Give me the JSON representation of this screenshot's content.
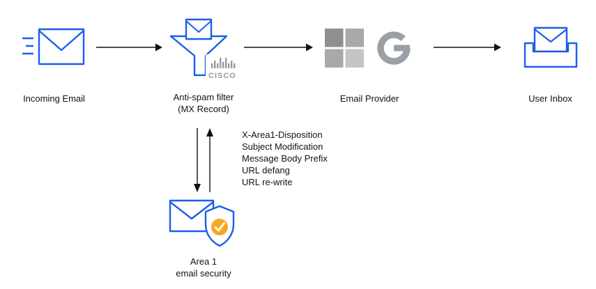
{
  "nodes": {
    "incoming_email": {
      "label": "Incoming Email"
    },
    "anti_spam_filter": {
      "label": "Anti-spam filter",
      "sublabel": "(MX Record)"
    },
    "email_provider": {
      "label": "Email Provider"
    },
    "user_inbox": {
      "label": "User Inbox"
    },
    "area1": {
      "label": "Area 1",
      "sublabel": "email security"
    }
  },
  "cisco_text": "CISCO",
  "annotations": [
    "X-Area1-Disposition",
    "Subject Modification",
    "Message Body Prefix",
    "URL defang",
    "URL re-write"
  ],
  "colors": {
    "accent-blue": "#1A5EEA",
    "arrow-black": "#111111",
    "logo-gray": "#97999B",
    "ms-gray-1": "#8F8F8F",
    "ms-gray-2": "#A9A9A9",
    "ms-gray-3": "#A9A9A9",
    "ms-gray-4": "#C4C4C4",
    "google-gray": "#9AA0A6",
    "check-orange": "#F6A823"
  }
}
